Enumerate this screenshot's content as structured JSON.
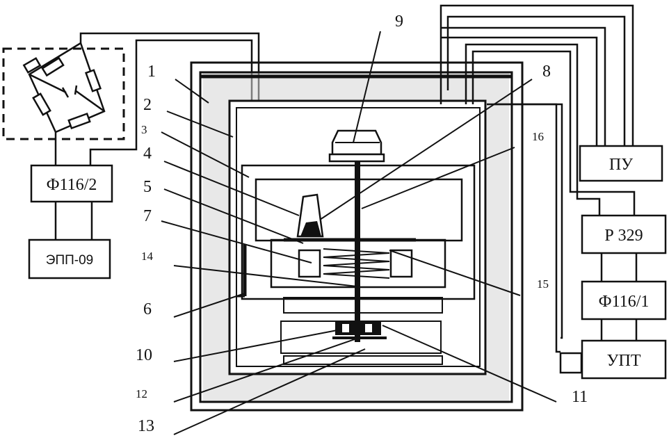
{
  "blocks": {
    "f116_2": "Ф116/2",
    "epp09": "ЭПП-09",
    "pu": "ПУ",
    "r329": "Р 329",
    "f116_1": "Ф116/1",
    "upt": "УПТ"
  },
  "callouts": {
    "n1": "1",
    "n2": "2",
    "n3": "3",
    "n4": "4",
    "n5": "5",
    "n6": "6",
    "n7": "7",
    "n8": "8",
    "n9": "9",
    "n10": "10",
    "n11": "11",
    "n12": "12",
    "n13": "13",
    "n14": "14",
    "n15": "15",
    "n16": "16"
  },
  "colors": {
    "line": "#111111",
    "shade": "#bdbdbd"
  }
}
